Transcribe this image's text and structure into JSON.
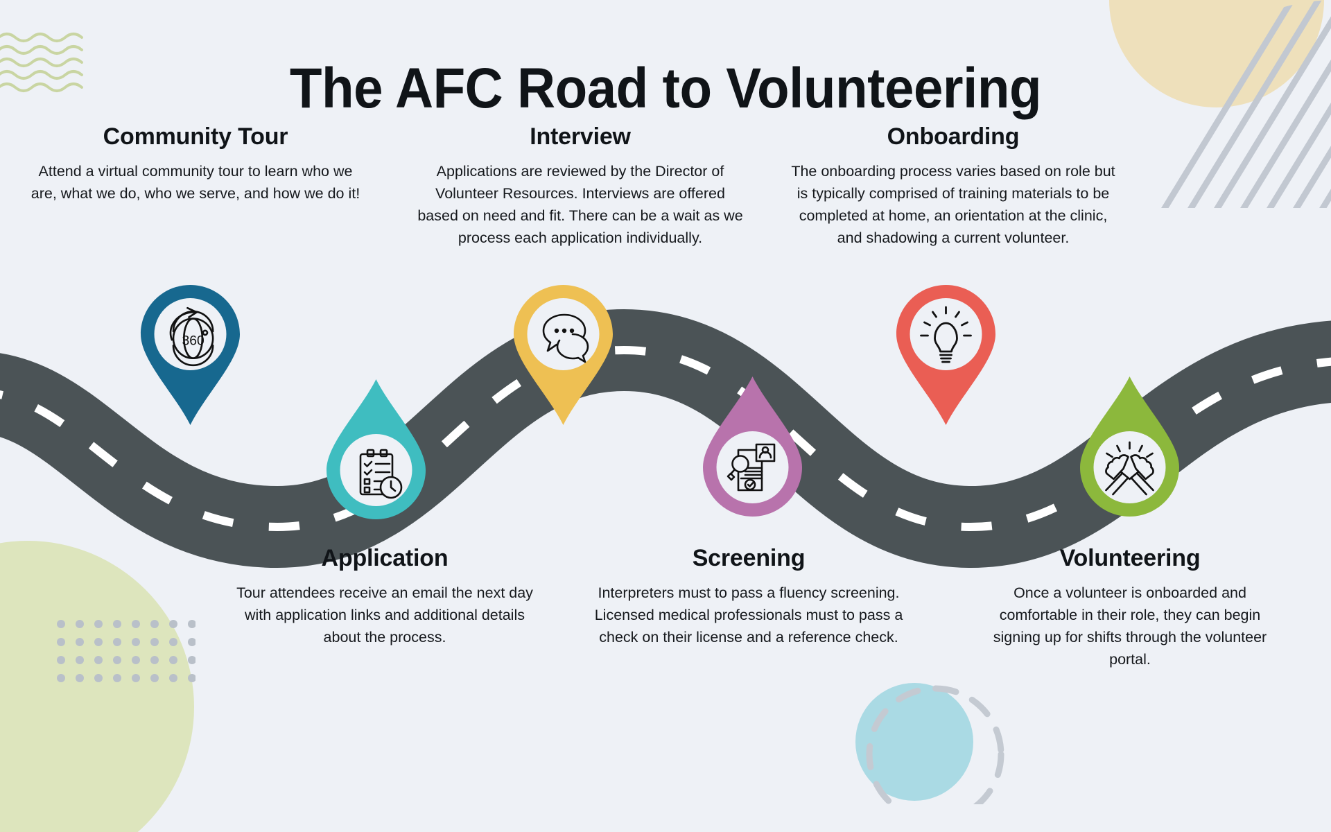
{
  "page": {
    "title": "The  AFC Road to Volunteering",
    "background_color": "#eef1f6",
    "road_color": "#4b5356",
    "road_dash_color": "#ffffff"
  },
  "steps": [
    {
      "id": "community-tour",
      "label": "Community Tour",
      "body": "Attend a virtual community tour to learn who we are, what we do, who we serve, and how we do it!",
      "icon": "360-view-icon",
      "color": "#17688f",
      "position": "above-road"
    },
    {
      "id": "application",
      "label": "Application",
      "body": "Tour attendees receive an email the next day with application links and additional details about the process.",
      "icon": "clipboard-clock-icon",
      "color": "#3fbdc0",
      "position": "below-road"
    },
    {
      "id": "interview",
      "label": "Interview",
      "body": "Applications are reviewed by the Director of Volunteer Resources. Interviews are offered based on need and fit. There can be a wait as we process each application individually.",
      "icon": "speech-bubbles-icon",
      "color": "#eec053",
      "position": "above-road"
    },
    {
      "id": "screening",
      "label": "Screening",
      "body": "Interpreters must to pass a fluency screening. Licensed medical professionals must to pass a check on their license and a reference check.",
      "icon": "document-search-icon",
      "color": "#b873ac",
      "position": "below-road"
    },
    {
      "id": "onboarding",
      "label": "Onboarding",
      "body": "The onboarding process varies based on role but is typically comprised of training materials to be completed at home, an orientation at the clinic, and shadowing a current volunteer.",
      "icon": "lightbulb-icon",
      "color": "#ea5e54",
      "position": "above-road"
    },
    {
      "id": "volunteering",
      "label": "Volunteering",
      "body": "Once a volunteer is onboarded and comfortable in their role, they can begin signing up for shifts through the volunteer portal.",
      "icon": "clasped-hands-icon",
      "color": "#8cb83c",
      "position": "below-road"
    }
  ],
  "decorations": {
    "wave_lines_color": "#c9d5a2",
    "beige_circle_color": "#eee0bb",
    "diagonal_stripes_color": "#c2c8d1",
    "green_circle_color": "#dde5bd",
    "dot_grid_color": "#b9c0c9",
    "blue_circle_color": "#aadae4",
    "dashed_ring_color": "#c4cad2"
  }
}
